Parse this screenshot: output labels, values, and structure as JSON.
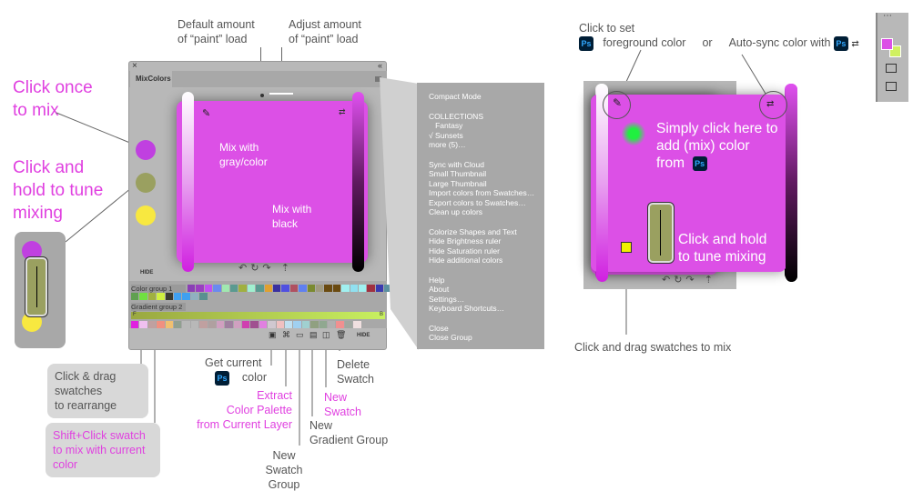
{
  "annotations": {
    "default_paint": [
      "Default amount",
      "of “paint” load"
    ],
    "adjust_paint": [
      "Adjust amount",
      "of “paint” load"
    ],
    "click_once": [
      "Click once",
      "to mix"
    ],
    "click_hold": [
      "Click and",
      "hold to tune",
      "mixing"
    ],
    "mix_gray": [
      "Mix with",
      "gray/color"
    ],
    "mix_black": [
      "Mix with",
      "black"
    ],
    "click_drag": [
      "Click & drag",
      "swatches",
      "to rearrange"
    ],
    "shift_click": [
      "Shift+Click swatch",
      "to mix with current",
      "color"
    ],
    "get_current": [
      "Get current",
      "color"
    ],
    "extract": [
      "Extract",
      "Color Palette",
      "from Current Layer"
    ],
    "new_swatch_group": [
      "New",
      "Swatch",
      "Group"
    ],
    "new_gradient_group": [
      "New",
      "Gradient Group"
    ],
    "new_swatch": [
      "New",
      "Swatch"
    ],
    "delete_swatch": [
      "Delete",
      "Swatch"
    ],
    "click_to_set": "Click to set",
    "foreground": "foreground color",
    "or": "or",
    "auto_sync": "Auto-sync color with",
    "simply_click": [
      "Simply click here to",
      "add (mix) color",
      "from"
    ],
    "click_hold_tune": [
      "Click and hold",
      "to tune mixing"
    ],
    "click_drag_mix": "Click and drag swatches to mix",
    "ps_badge": "Ps"
  },
  "panel": {
    "tab": "MixColors",
    "hide": "HIDE",
    "close": "×",
    "collapse": "«",
    "groups": [
      {
        "label": "Color group 1"
      },
      {
        "label": "Gradient group 2"
      }
    ],
    "gradient_front": "F",
    "gradient_back": "B",
    "color_group_1": [
      "#8a3fb5",
      "#9a3fc0",
      "#c050f0",
      "#6a8af0",
      "#a0e8b0",
      "#5a9a90",
      "#a0b040",
      "#a0f0d0",
      "#5a9a90",
      "#e0a030",
      "#3a30a0",
      "#5050e0",
      "#b05060",
      "#6080f0",
      "#7a8a30",
      "#a09a80",
      "#6a4a10",
      "#6a4a10",
      "#a0f0f0",
      "#90e0f0",
      "#a0f0f0",
      "#a03040",
      "#3a3ab0",
      "#5a90a0",
      "#4a7040",
      "#3a6a30",
      "#1a2a10",
      "#60a050",
      "#70e040",
      "#a0b040",
      "#d0f040",
      "#3a3a30",
      "#40a0f0",
      "#40a0f0",
      "#90b0c0",
      "#5a9090"
    ],
    "extra_swatches": [
      "#e020e0",
      "#f0c0f0",
      "#c0a0a0",
      "#f09080",
      "#f0c070",
      "#90a090",
      "#b8b8b8",
      "#b8b8b8",
      "#c0a0a0",
      "#b0a0a0",
      "#d0a0c0",
      "#a080a0",
      "#d0a0c0",
      "#d040b0",
      "#a05090",
      "#e080e0",
      "#d0c8d0",
      "#f0c0c0",
      "#c0e0f0",
      "#a0d0f0",
      "#a0d0d0",
      "#90a080",
      "#90a890",
      "#b0b0b0",
      "#f09090",
      "#a0a8a0",
      "#f0e0e0"
    ],
    "main_color": "#dc50e6",
    "mix_swatches": [
      "#c040e0",
      "#9aa060",
      "#f8e840"
    ]
  },
  "menu": {
    "groups": [
      [
        "Compact Mode"
      ],
      [
        "COLLECTIONS",
        "   Fantasy",
        "√ Sunsets",
        "more (5)…"
      ],
      [
        "Sync with Cloud",
        "Small Thumbnail",
        "Large Thumbnail",
        "Import colors from Swatches…",
        "Export colors to Swatches…",
        "Clean up colors"
      ],
      [
        "Colorize Shapes and Text",
        "Hide Brightness ruler",
        "Hide Saturation ruler",
        "Hide additional colors"
      ],
      [
        "Help",
        "About",
        "Settings…",
        "Keyboard Shortcuts…"
      ],
      [
        "Close",
        "Close Group"
      ]
    ]
  },
  "ps_toolbar": {
    "fg": "#dc50e6",
    "bg": "#d0f060"
  }
}
